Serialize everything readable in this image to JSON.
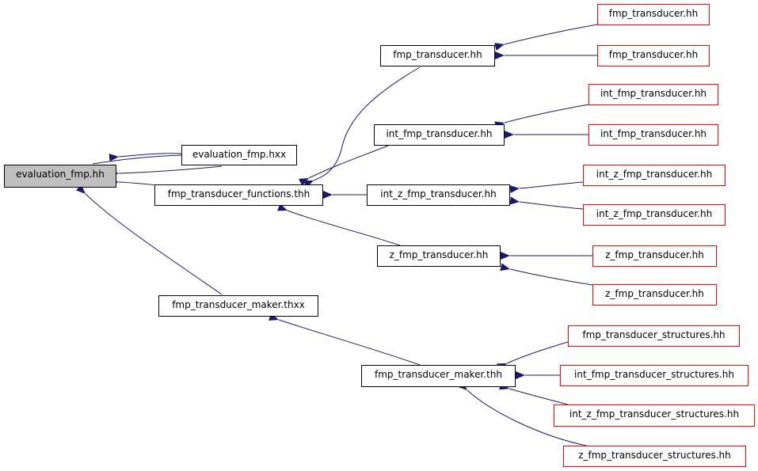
{
  "colors": {
    "edge": "#191970",
    "red_border": "#ff0000",
    "root_fill": "#bfbfbf"
  },
  "nodes": {
    "evaluation_fmp_hh": "evaluation_fmp.hh",
    "evaluation_fmp_hxx": "evaluation_fmp.hxx",
    "fmp_transducer_functions_thh": "fmp_transducer_functions.thh",
    "fmp_transducer_maker_thxx": "fmp_transducer_maker.thxx",
    "fmp_transducer_hh": "fmp_transducer.hh",
    "int_fmp_transducer_hh": "int_fmp_transducer.hh",
    "int_z_fmp_transducer_hh": "int_z_fmp_transducer.hh",
    "z_fmp_transducer_hh": "z_fmp_transducer.hh",
    "fmp_transducer_maker_thh": "fmp_transducer_maker.thh",
    "r_fmp_transducer_hh_1": "fmp_transducer.hh",
    "r_fmp_transducer_hh_2": "fmp_transducer.hh",
    "r_int_fmp_transducer_hh_1": "int_fmp_transducer.hh",
    "r_int_fmp_transducer_hh_2": "int_fmp_transducer.hh",
    "r_int_z_fmp_transducer_hh_1": "int_z_fmp_transducer.hh",
    "r_int_z_fmp_transducer_hh_2": "int_z_fmp_transducer.hh",
    "r_z_fmp_transducer_hh_1": "z_fmp_transducer.hh",
    "r_z_fmp_transducer_hh_2": "z_fmp_transducer.hh",
    "r_fmp_transducer_structures_hh": "fmp_transducer_structures.hh",
    "r_int_fmp_transducer_structures_hh": "int_fmp_transducer_structures.hh",
    "r_int_z_fmp_transducer_structures_hh": "int_z_fmp_transducer_structures.hh",
    "r_z_fmp_transducer_structures_hh": "z_fmp_transducer_structures.hh"
  }
}
